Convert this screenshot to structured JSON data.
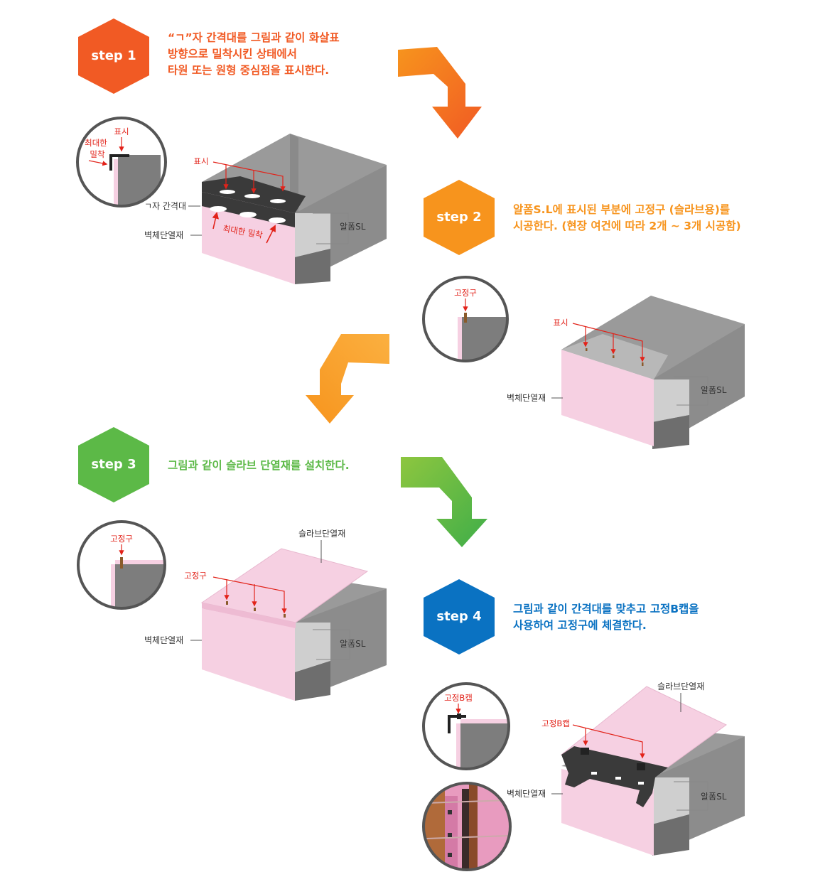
{
  "colors": {
    "step1": "#f15a24",
    "step2": "#f7941d",
    "step3": "#5cb947",
    "step4": "#0a72c2",
    "marker": "#e2231a",
    "insulation": "#f6d0e2",
    "concrete": "#7d7d7d",
    "spacer": "#3a3a3a"
  },
  "steps": [
    {
      "label": "step 1",
      "lines": [
        "“ㄱ”자 간격대를 그림과 같이 화살표",
        "방향으로 밀착시킨 상태에서",
        "타원 또는 원형 중심점을 표시한다."
      ]
    },
    {
      "label": "step 2",
      "lines": [
        "알폼S.L에 표시된 부분에 고정구 (슬라브용)를",
        "시공한다. (현장 여건에 따라 2개 ~ 3개 시공함)"
      ]
    },
    {
      "label": "step 3",
      "lines": [
        "그림과 같이 슬라브 단열재를 설치한다."
      ]
    },
    {
      "label": "step 4",
      "lines": [
        "그림과 같이 간격대를 맞추고 고정B캡을",
        "사용하여 고정구에 체결한다."
      ]
    }
  ],
  "fig1": {
    "detail_mark": "표시",
    "detail_tight_1": "최대한",
    "detail_tight_2": "밀착",
    "mark": "표시",
    "spacer": "ㄱ자 간격대",
    "wall_insulation": "벽체단열재",
    "tight": "최대한 밀착",
    "alform": "알폼SL"
  },
  "fig2": {
    "detail_fixer": "고정구",
    "mark": "표시",
    "wall_insulation": "벽체단열재",
    "alform": "알폼SL"
  },
  "fig3": {
    "detail_fixer": "고정구",
    "slab": "슬라브단열재",
    "fixer": "고정구",
    "wall_insulation": "벽체단열재",
    "alform": "알폼SL"
  },
  "fig4": {
    "detail_cap": "고정B캡",
    "slab": "슬라브단열재",
    "cap": "고정B캡",
    "wall_insulation": "벽체단열재",
    "alform": "알폼SL"
  }
}
